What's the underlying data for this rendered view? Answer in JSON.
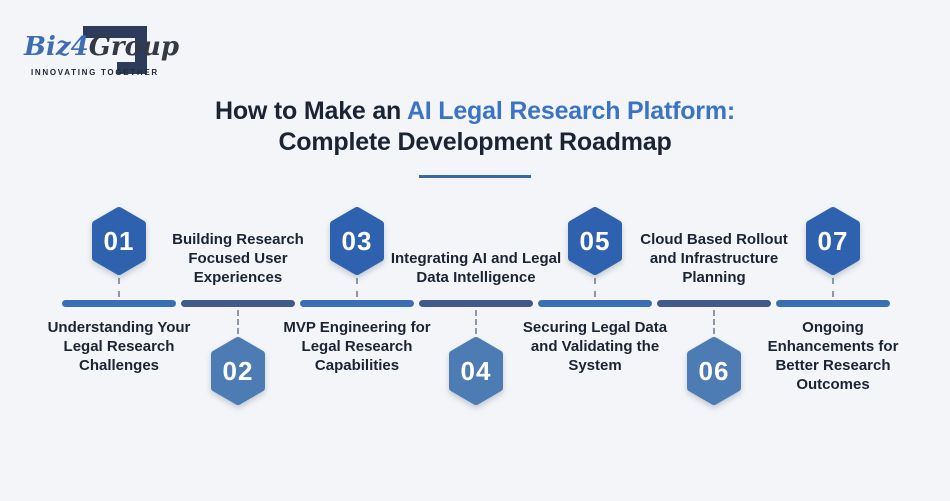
{
  "logo": {
    "brand_blue": "Biz4",
    "brand_gray": "Group",
    "tagline": "INNOVATING TOGETHER"
  },
  "title": {
    "prefix": "How to Make an ",
    "highlight": "AI Legal Research Platform:",
    "line2": "Complete Development Roadmap"
  },
  "colors": {
    "background": "#f3f5f8",
    "text_dark": "#1a2432",
    "accent_blue": "#3b74c4",
    "underline": "#38689f",
    "hex_top": "#2e62ae",
    "hex_bottom": "#4d7cb5",
    "bar_bright": "#3b6fb4",
    "bar_dark": "#42598c",
    "connector": "#8d99a8",
    "logo_navy": "#2c3c5a",
    "logo_blue": "#3f6db3",
    "logo_gray": "#343a45"
  },
  "steps": [
    {
      "number": "01",
      "label": "Understanding Your Legal Research Challenges",
      "hexagon": "top"
    },
    {
      "number": "02",
      "label": "Building Research Focused User Experiences",
      "hexagon": "bottom"
    },
    {
      "number": "03",
      "label": "MVP Engineering for Legal Research Capabilities",
      "hexagon": "top"
    },
    {
      "number": "04",
      "label": "Integrating AI and Legal Data Intelligence",
      "hexagon": "bottom"
    },
    {
      "number": "05",
      "label": "Securing Legal Data and Validating the System",
      "hexagon": "top"
    },
    {
      "number": "06",
      "label": "Cloud Based Rollout and Infrastructure Planning",
      "hexagon": "bottom"
    },
    {
      "number": "07",
      "label": "Ongoing Enhancements for Better Research Outcomes",
      "hexagon": "top"
    }
  ]
}
